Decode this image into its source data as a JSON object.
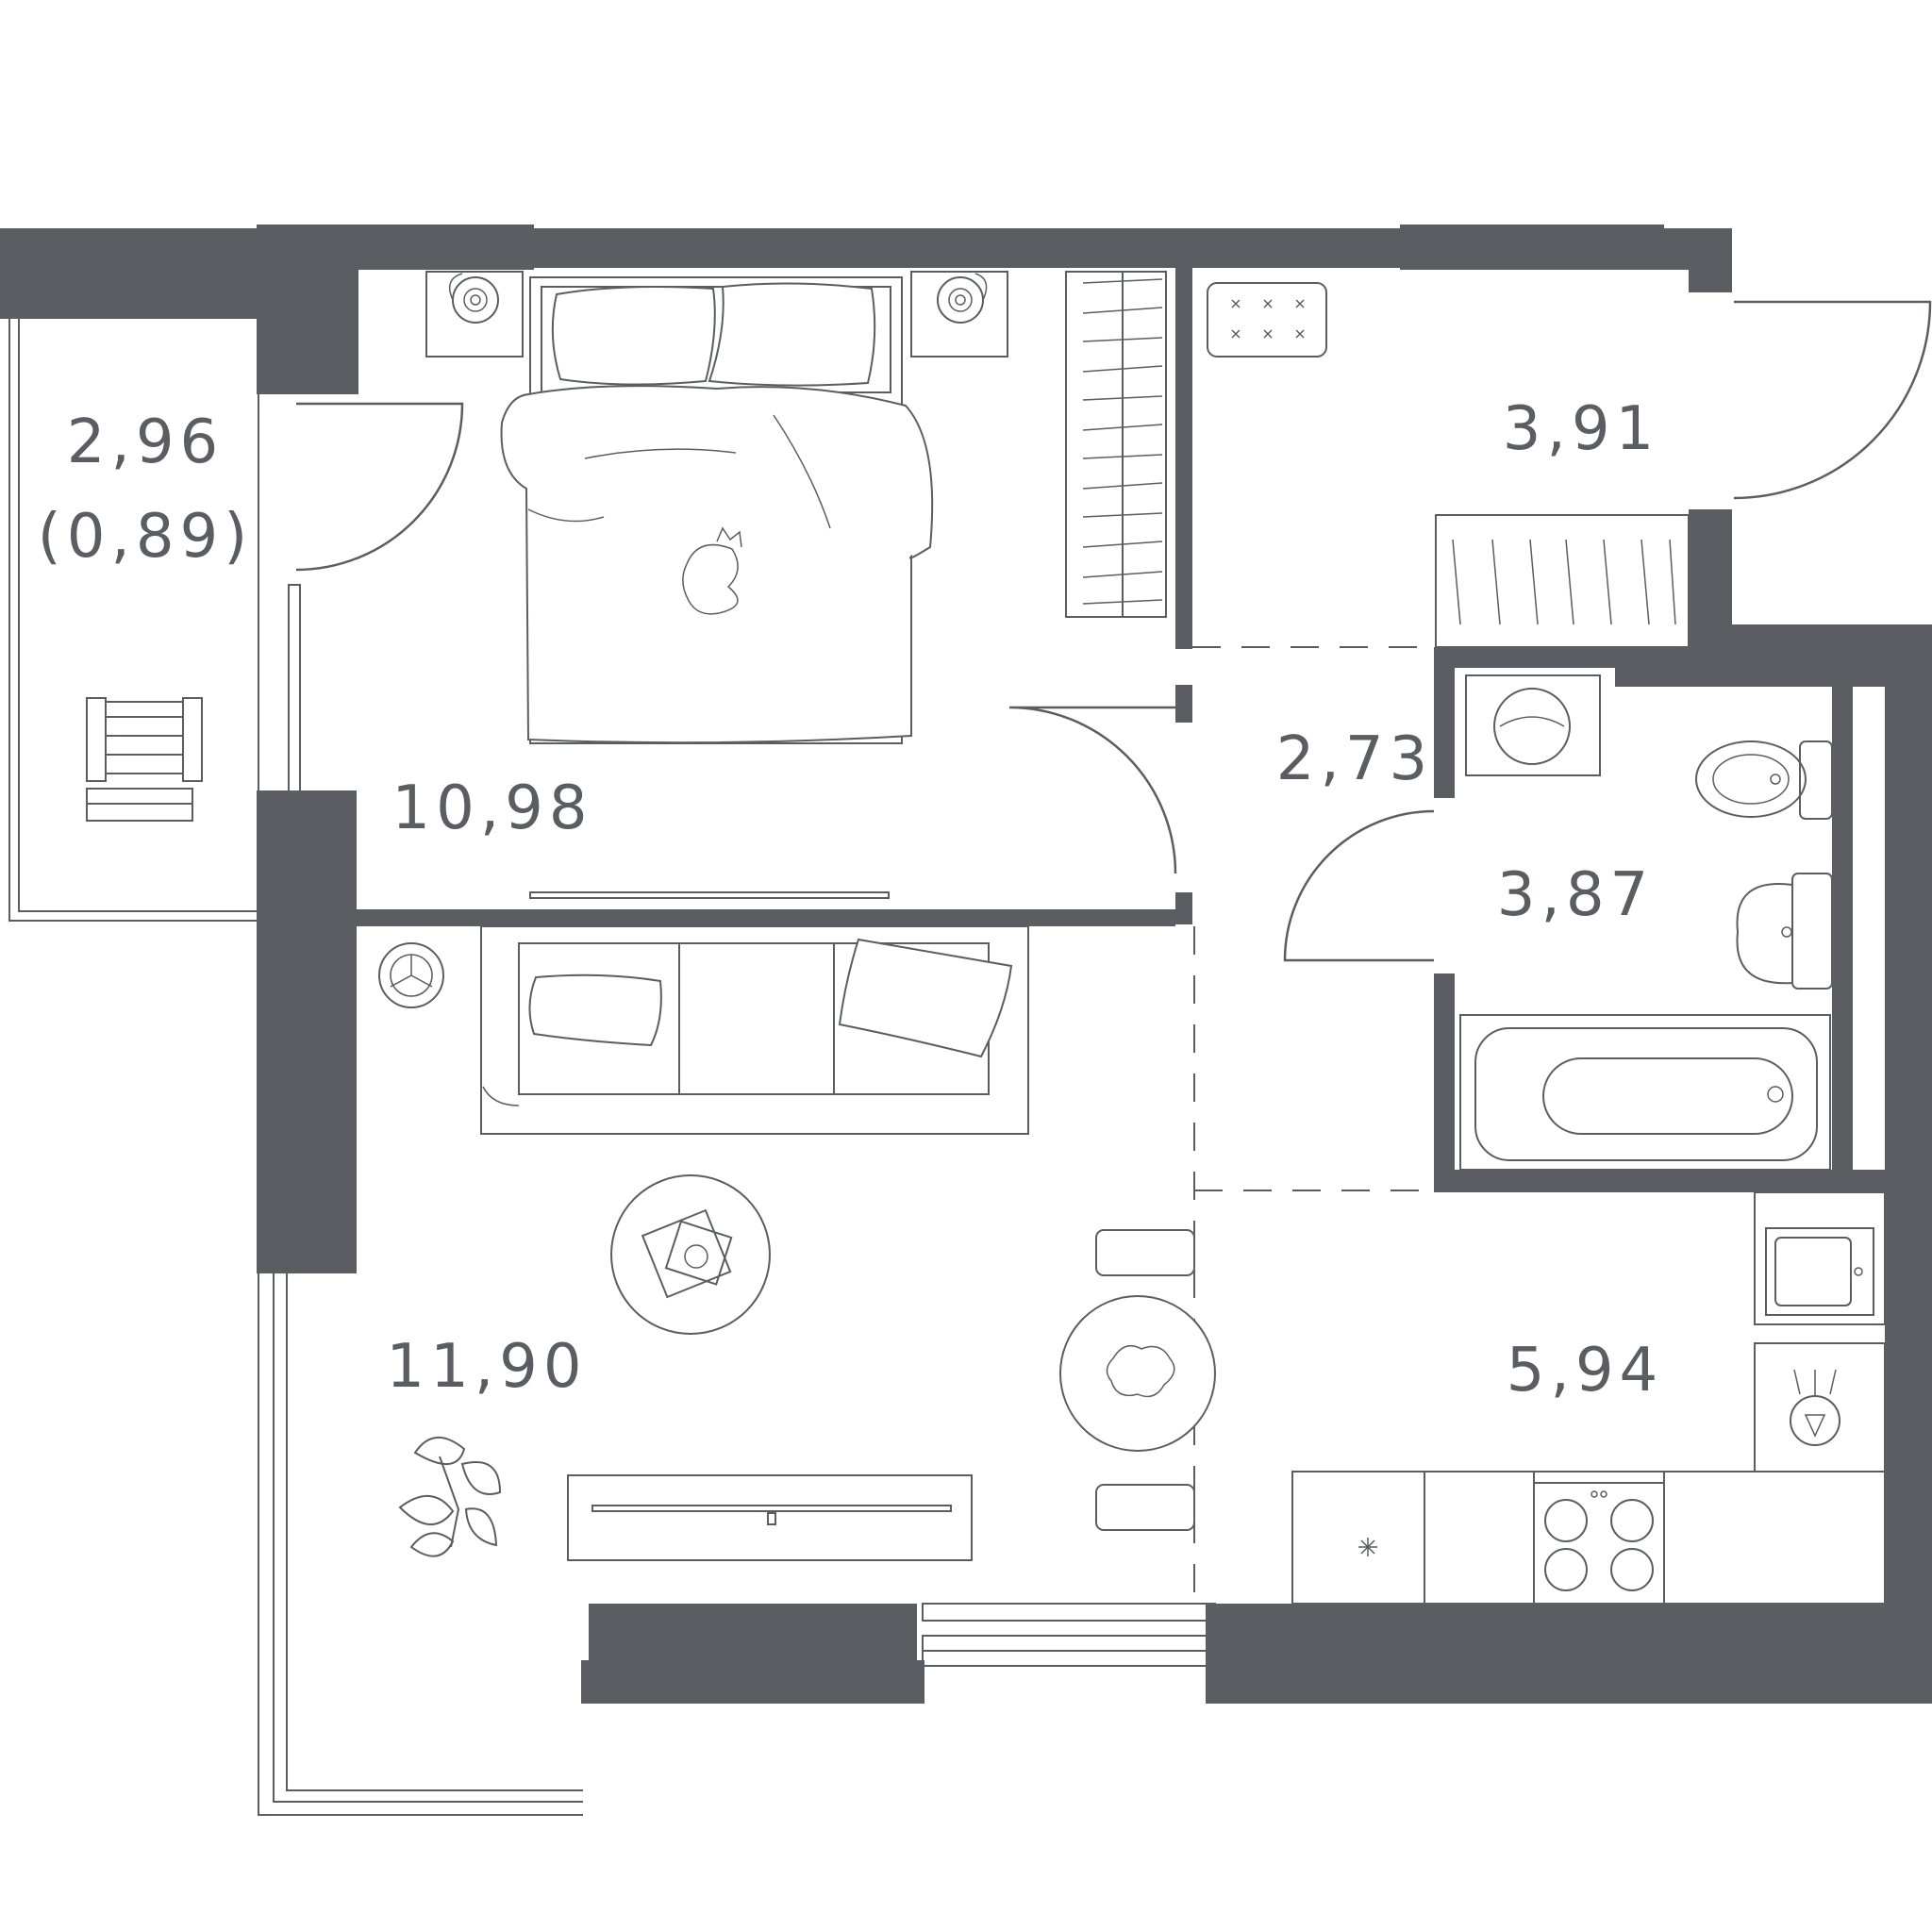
{
  "rooms": [
    {
      "id": "balcony",
      "area": "2,96",
      "sub": "(0,89)"
    },
    {
      "id": "bedroom",
      "area": "10,98"
    },
    {
      "id": "hallway",
      "area": "3,91"
    },
    {
      "id": "corridor",
      "area": "2,73"
    },
    {
      "id": "bathroom",
      "area": "3,87"
    },
    {
      "id": "living",
      "area": "11,90"
    },
    {
      "id": "kitchen",
      "area": "5,94"
    }
  ],
  "colors": {
    "wall": "#5b5d63",
    "line": "#5b5d63",
    "background": "#ffffff"
  }
}
